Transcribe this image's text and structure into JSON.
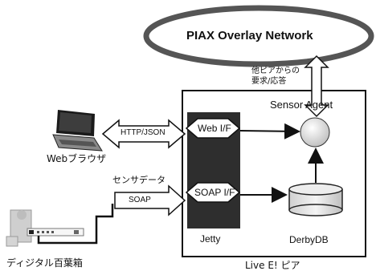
{
  "overlay": {
    "label": "PIAX Overlay Network"
  },
  "peer_request": {
    "line1": "他ピアからの",
    "line2": "要求/応答"
  },
  "sensor_agent": {
    "label": "Sensor Agent"
  },
  "web_if": {
    "label": "Web I/F"
  },
  "soap_if": {
    "label": "SOAP I/F"
  },
  "jetty": {
    "label": "Jetty"
  },
  "derby": {
    "label": "DerbyDB"
  },
  "http_json": {
    "label": "HTTP/JSON"
  },
  "soap_arrow": {
    "label": "SOAP"
  },
  "sensor_data": {
    "label": "センサデータ"
  },
  "web_browser": {
    "label": "Webブラウザ"
  },
  "digital_box": {
    "label": "ディジタル百葉箱"
  },
  "live_e_peer": {
    "label": "Live E! ピア"
  }
}
